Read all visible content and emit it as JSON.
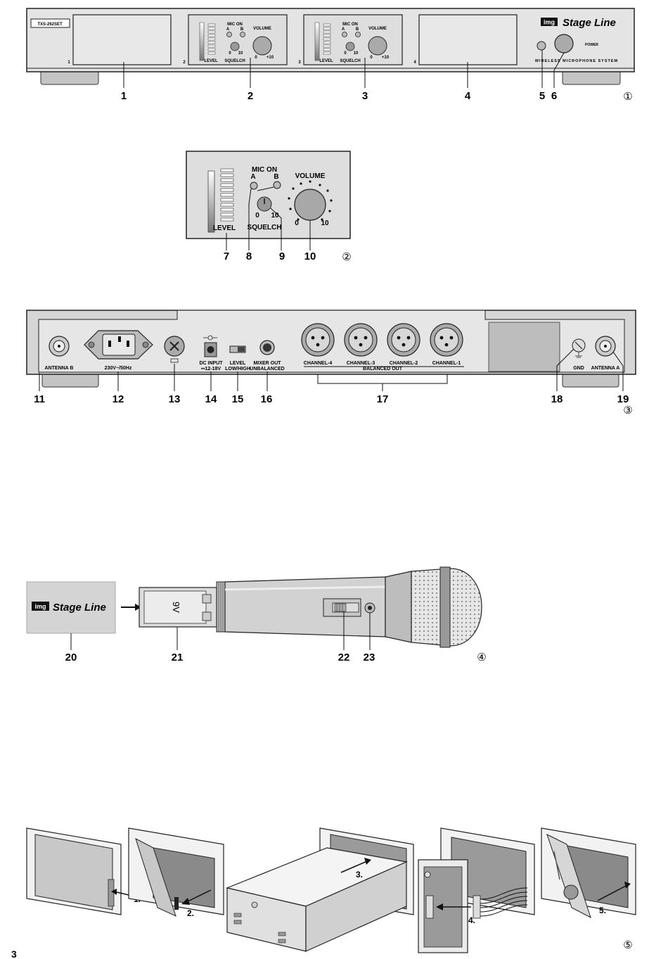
{
  "fig1": {
    "model": "TXS-262SET",
    "brand_img": "img",
    "brand_name": "Stage Line",
    "slot_numbers": [
      "1",
      "2",
      "3",
      "4"
    ],
    "mic_on": "MIC ON",
    "a": "A",
    "b": "B",
    "volume": "VOLUME",
    "level": "LEVEL",
    "squelch": "SQUELCH",
    "zero": "0",
    "ten": "10",
    "plus_ten": "+10",
    "power": "POWER",
    "system": "WIRELESS MICROPHONE SYSTEM",
    "callouts": [
      "1",
      "2",
      "3",
      "4",
      "5",
      "6"
    ],
    "figure_number": "①"
  },
  "fig2": {
    "mic_on": "MIC ON",
    "a": "A",
    "b": "B",
    "volume": "VOLUME",
    "level": "LEVEL",
    "squelch": "SQUELCH",
    "zero": "0",
    "ten": "10",
    "callouts": [
      "7",
      "8",
      "9",
      "10"
    ],
    "figure_number": "②"
  },
  "fig3": {
    "antenna_b": "ANTENNA B",
    "mains": "230V~/50Hz",
    "dc_input": "DC INPUT",
    "dc_range": "⎓12-18V",
    "level": "LEVEL",
    "low_high": "LOW/HIGH",
    "mixer_out": "MIXER OUT",
    "unbalanced": "UNBALANCED",
    "channels": [
      "CHANNEL-4",
      "CHANNEL-3",
      "CHANNEL-2",
      "CHANNEL-1"
    ],
    "balanced_out": "BALANCED OUT",
    "gnd": "GND",
    "antenna_a": "ANTENNA A",
    "callouts": [
      "11",
      "12",
      "13",
      "14",
      "15",
      "16",
      "17",
      "18",
      "19"
    ],
    "figure_number": "③"
  },
  "fig4": {
    "brand_img": "img",
    "brand_name": "Stage Line",
    "battery": "9V",
    "callouts": [
      "20",
      "21",
      "22",
      "23"
    ],
    "figure_number": "④"
  },
  "fig5": {
    "steps": [
      "1.",
      "2.",
      "3.",
      "4.",
      "5."
    ],
    "figure_number": "⑤"
  },
  "page_number": "3"
}
